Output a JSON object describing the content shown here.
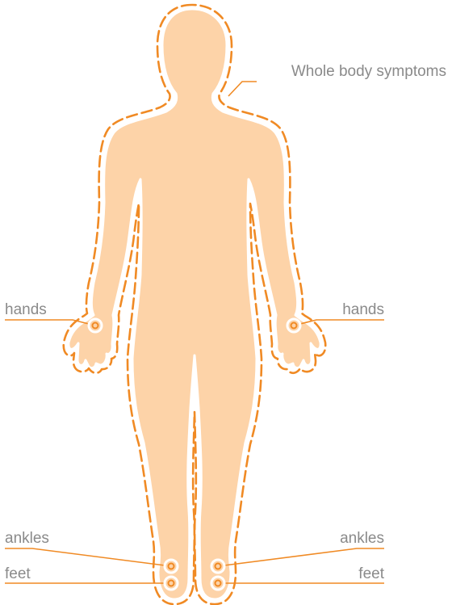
{
  "labels": {
    "whole_body": "Whole body symptoms",
    "hands_left": "hands",
    "hands_right": "hands",
    "ankles_left": "ankles",
    "ankles_right": "ankles",
    "feet_left": "feet",
    "feet_right": "feet"
  },
  "colors": {
    "body_fill": "#fdd3a8",
    "accent": "#f08a24",
    "label_text": "#8a8a8a"
  }
}
